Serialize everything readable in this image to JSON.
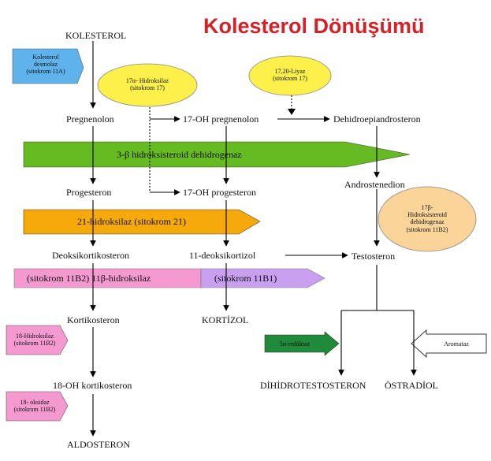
{
  "title": "Kolesterol Dönüşümü",
  "colors": {
    "title": "#d42027",
    "green_bar": "#66bb22",
    "orange_bar": "#f6a90a",
    "pink_box": "#f59ad1",
    "lavender_box": "#c9a0f0",
    "blue_box": "#5fb3ec",
    "yellow_ellipse": "#fdf04a",
    "peach_ellipse": "#fbd49a",
    "dark_green_arrow": "#1f8a3a"
  },
  "nodes": {
    "kolesterol": "KOLESTEROL",
    "pregnenolon": "Pregnenolon",
    "oh_pregnenolon": "17-OH pregnenolon",
    "dhea": "Dehidroepiandrosteron",
    "progesteron": "Progesteron",
    "oh_progesteron": "17-OH progesteron",
    "androstenedion": "Androstenedion",
    "deoksikortikosteron": "Deoksikortikosteron",
    "deoksikortizol": "11-deoksikortizol",
    "testosteron": "Testosteron",
    "kortikosteron": "Kortikosteron",
    "kortizol": "KORTİZOL",
    "oh_kortikosteron": "18-OH kortikosteron",
    "aldosteron": "ALDOSTERON",
    "dihidrotestosteron": "DİHİDROTESTOSTERON",
    "ostradiol": "ÖSTRADİOL"
  },
  "enzymes": {
    "desmolaz": [
      "Kolesterol",
      "desmolaz",
      "(sitokrom 11A)"
    ],
    "hidroksilaz17": [
      "17α- Hidroksilaz",
      "(sitokrom 17)"
    ],
    "liyaz": [
      "17,20-Liyaz",
      "(sitokrom 17)"
    ],
    "beta_hsd": "3-β hidroksisteroid dehidrogenaz",
    "hsd17b": [
      "17β-",
      "Hidroksisteroid",
      "dehidrogenaz",
      "(sitokrom 11B2)"
    ],
    "hidroksilaz21": "21-hidroksilaz (sitokrom 21)",
    "pink_bar": "(sitokrom 11B2)  11β-hidroksilaz",
    "lavender_bar": "(sitokrom 11B1)",
    "hidroksilaz18": [
      "18-Hidroksilaz",
      "(sitokrom 11B2)"
    ],
    "oksidaz18": [
      "18- oksidaz",
      "(sitokrom 11B2)"
    ],
    "redukaz": "5α-redüktaz",
    "aromataz": "Aromataz"
  }
}
